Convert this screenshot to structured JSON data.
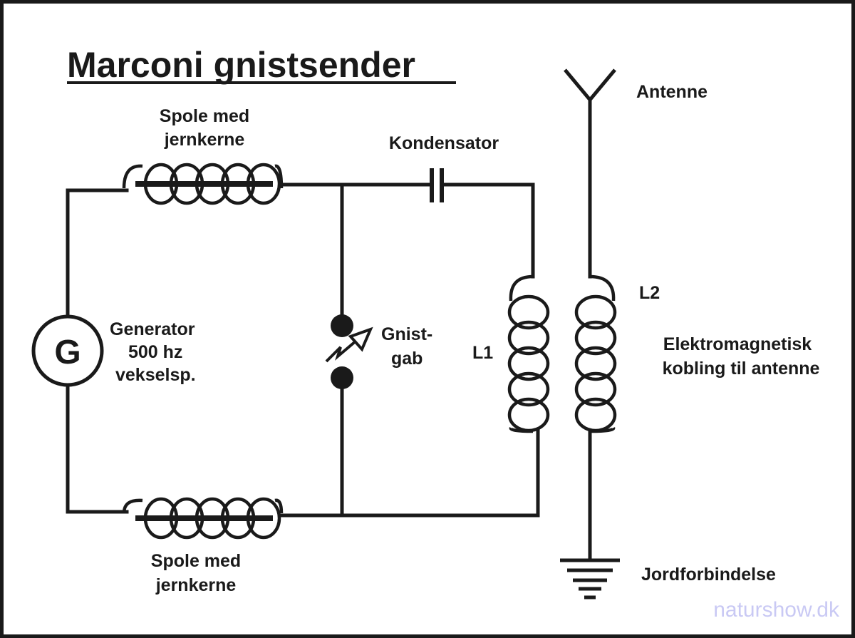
{
  "diagram": {
    "title": "Marconi gnistsender",
    "labels": {
      "coil_top_line1": "Spole med",
      "coil_top_line2": "jernkerne",
      "coil_bottom_line1": "Spole med",
      "coil_bottom_line2": "jernkerne",
      "capacitor": "Kondensator",
      "antenna": "Antenne",
      "generator_symbol": "G",
      "generator_line1": "Generator",
      "generator_line2": "500 hz",
      "generator_line3": "vekselsp.",
      "spark_gap_line1": "Gnist-",
      "spark_gap_line2": "gab",
      "l1": "L1",
      "l2": "L2",
      "coupling_line1": "Elektromagnetisk",
      "coupling_line2": "kobling til antenne",
      "ground": "Jordforbindelse"
    },
    "components": [
      {
        "id": "generator",
        "type": "ac-generator",
        "label": "G"
      },
      {
        "id": "coil-top",
        "type": "inductor-iron-core",
        "turns": 5
      },
      {
        "id": "coil-bottom",
        "type": "inductor-iron-core",
        "turns": 5
      },
      {
        "id": "capacitor",
        "type": "capacitor"
      },
      {
        "id": "spark-gap",
        "type": "adjustable-spark-gap"
      },
      {
        "id": "l1",
        "type": "inductor",
        "turns": 5
      },
      {
        "id": "l2",
        "type": "inductor",
        "turns": 5
      },
      {
        "id": "antenna",
        "type": "antenna"
      },
      {
        "id": "ground",
        "type": "ground"
      }
    ],
    "watermark": "naturshow.dk",
    "colors": {
      "ink": "#1a1a1a",
      "background": "#ffffff",
      "watermark": "#c9c9f4"
    }
  }
}
